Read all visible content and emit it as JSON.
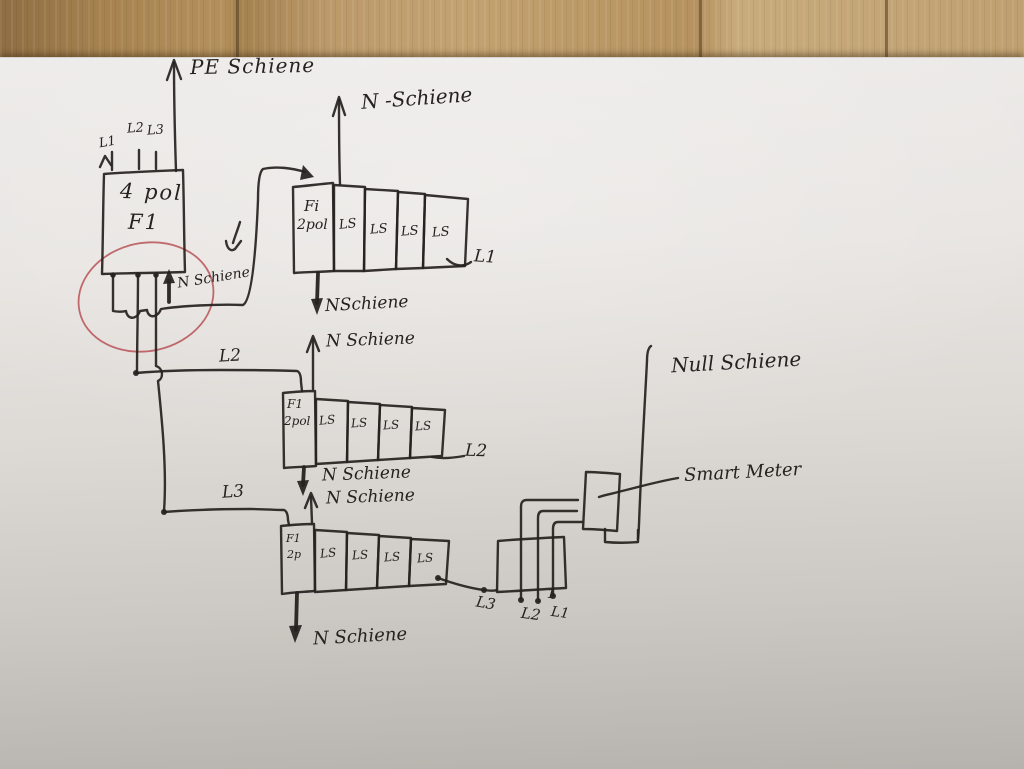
{
  "texts": {
    "pe_schiene": "PE Schiene",
    "n_schiene_dash": "N -Schiene",
    "l1_in": "L1",
    "l2_in": "L2",
    "l3_in": "L3",
    "main_breaker_line1": "4 pol",
    "main_breaker_line2": "F1",
    "n_schiene_circled": "N Schiene",
    "fi1_line1": "Fi",
    "fi1_line2": "2pol",
    "ls": "LS",
    "l1_out": "L1",
    "n_schiene_below_row1": "NSchiene",
    "n_schiene_above_row2": "N Schiene",
    "l2_feed": "L2",
    "fi2_line1": "F1",
    "fi2_line2": "2pol",
    "l2_out": "L2",
    "n_schiene_below_row2": "N Schiene",
    "n_schiene_above_row3": "N Schiene",
    "l3_feed": "L3",
    "fi3_line1": "F1",
    "fi3_line2": "2p",
    "l3_meter": "L3",
    "l2_meter": "L2",
    "one_mark": "1",
    "l1_meter": "L1",
    "null_schiene": "Null Schiene",
    "smart_meter": "Smart Meter",
    "n_schiene_bottom": "N Schiene"
  },
  "colors": {
    "ink": "#26221f",
    "annotation_red": "#b5484e",
    "paper": "#dedad6",
    "wood": "#b38f5e"
  }
}
